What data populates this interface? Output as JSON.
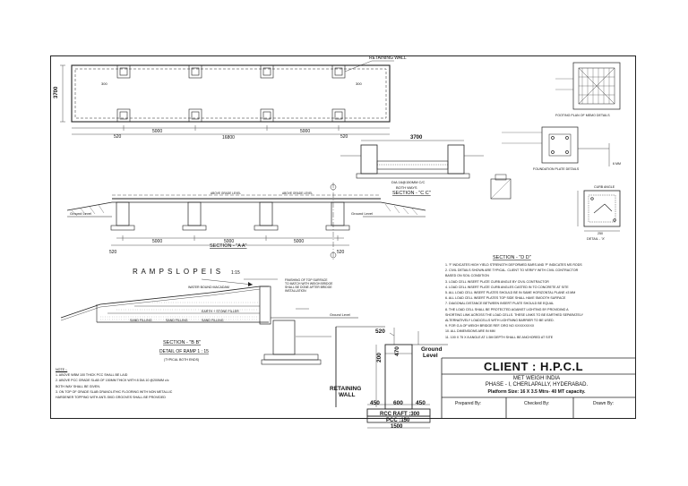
{
  "plan": {
    "retaining_wall": "RETAINING WALL",
    "width_dim": "3700",
    "left_end": "520",
    "span1": "5000",
    "span2": "5000",
    "right_end": "520",
    "total": "16800",
    "inner_left": "300",
    "inner_right": "300"
  },
  "section_cc": {
    "title": "SECTION - \"C C\"",
    "width_dim": "3700",
    "rebar_note": "DIA 16@150MM C/C",
    "rebar_note2": "BOTH WAYS"
  },
  "section_aa": {
    "title": "SECTION - \"A A\"",
    "ground_left": "Ground Level",
    "ground_right": "Ground Level",
    "span1": "5000",
    "span2": "5000",
    "span3": "5000",
    "end_left": "520",
    "end_right": "520",
    "above_grade": "ABOVE GRADE LEVEL",
    "above_grade2": "ABOVE GRADE LEVEL"
  },
  "details_right": {
    "footing_plan": "FOOTING PLAN OF MEMO DETAILS",
    "foundation_details": "FOUNDATION PLATE DETAILS",
    "detail_x": "DETAIL - 'X'",
    "curb_angle": "CURB ANGLE",
    "dim_250": "250",
    "dim_6mm": "6 MM"
  },
  "section_dd": {
    "title": "SECTION - \"D D\""
  },
  "section_bb": {
    "ramp_text": "R A M P   S L O P E   I S",
    "ramp_ratio": "1:15",
    "title": "SECTION - \"B B\"",
    "subtitle": "DETAIL OF RAMP  1 : 15",
    "typical": "(TYPICAL BOTH ENDS)",
    "macadam": "WATER BOUND MACADAM",
    "sand1": "SAND FILLING",
    "sand2": "SAND FILLING",
    "sand3": "SAND FILLING",
    "earth": "EARTH + STONE FILLER",
    "ground": "Ground Level",
    "finishing": "FINISHING OF TOP SURFACE",
    "finishing2": "TO MATCH WITH WEIGH BRIDGE",
    "finishing3": "SHALL BE DONE AFTER BRIDGE",
    "finishing4": "INSTALLATION"
  },
  "wall_detail": {
    "retaining_wall": "RETAINING",
    "retaining_wall2": "WALL",
    "ground_level": "Ground",
    "ground_level2": "Level",
    "dim_520": "520",
    "dim_470": "470",
    "dim_200": "200",
    "dim_450a": "450",
    "dim_600": "600",
    "dim_450b": "450",
    "rcc_raft": "RCC RAFT :300",
    "pcc": "PCC :150",
    "total": "1500"
  },
  "notes_right": [
    "1. 'F' INDICATES HIGH YIELD STRENGTH DEFORMED BARS AND 'P' INDICATES MS RODS",
    "2. CIVIL DETAILS SHOWN ARE TYPICAL. CLIENT TO VERIFY WITH CIVIL CONTRACTOR",
    "   BASED ON SOIL CONDITION",
    "3. LOAD CELL INSERT PLATE CURB ANGLE BY CIVIL CONTRACTOR",
    "4. LOAD CELL INSERT PLATE CURB ANGLES CASTED IN TO CONCRETE AT SITE",
    "5. ALL LOAD CELL INSERT PLATES SHOULD BE IN SAME HORIZONTAL PLANE ±3 MM",
    "6. ALL LOAD CELL INSERT PLATES TOP SIDE SHALL HAVE SMOOTH SURFACE",
    "7. DIAGONAL DISTANCE BETWEEN INSERT PLATE SHOULD BE EQUAL",
    "8. THE LOAD CELL SHALL BE PROTECTED AGAINST LIGHTING BY PROVIDING A",
    "   SHORTING LINK ACROSS THE LOAD CELLS. THESE LINKS TO BE EARTHED SEPARATELY",
    "   ALTERNATIVELY LOADCELLS WITH LIGHTNING BARRIER TO BE USED.",
    "9. FOR G.A OF WEIGH BRIDGE REF. DRG NO XXXXXXXXX",
    "10. ALL DIMENSIONS ARE IN MM",
    "11. 100 X 75 X 8 ANGLE AT 1.5M DEPTH SHALL BE ANCHORED AT SITE"
  ],
  "notes_left": {
    "heading": "NOTE :-",
    "items": [
      "1. ABOVE WBM 100 THICK PCC SHALL BE LAID",
      "2. ABOVE PCC GRADE SLAB OF 150MM THICK WITH 8 DIA 10 @200MM c/c",
      "   BOTH WAY SHALL BE GIVEN.",
      "3. ON TOP OF GRADE SLAB GRANOLITHIC FLOORING WITH NON METALLIC",
      "   HARDENER TOPPING WITH ANTI-SKID GROOVES SHALL BE PROVIDED"
    ]
  },
  "title_block": {
    "client": "CLIENT : H.P.C.L",
    "company": "MET WEIGH INDIA",
    "address": "PHASE - I, CHERLAPALLY, HYDERABAD.",
    "platform": "Platform Size: 16 X 3.5 Mtrs- 40 MT capacity.",
    "prepared_by": "Prepared By:",
    "checked_by": "Checked By:",
    "drawn_by": "Drawn By:"
  }
}
